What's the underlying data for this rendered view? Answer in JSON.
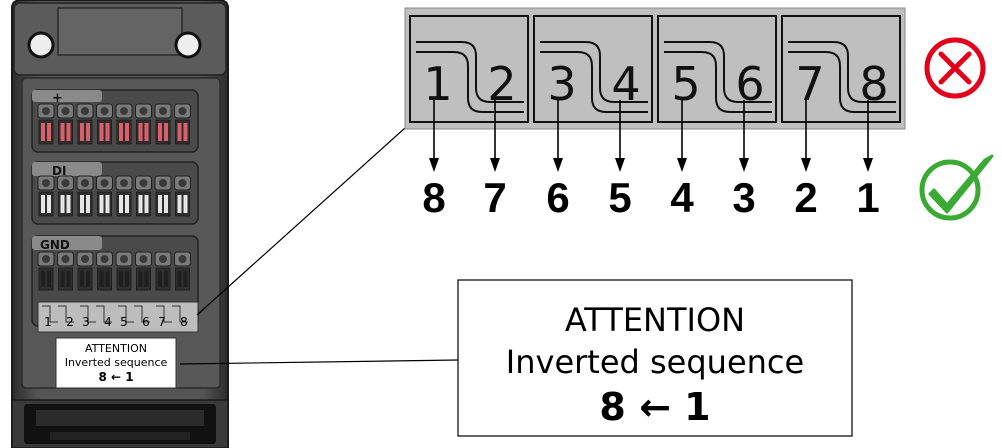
{
  "module": {
    "group_labels": [
      "+",
      "DI",
      "GND"
    ],
    "small_label_numbers": [
      "1",
      "2",
      "3",
      "4",
      "5",
      "6",
      "7",
      "8"
    ],
    "small_note": {
      "line1": "ATTENTION",
      "line2": "Inverted sequence",
      "line3": "8 ← 1"
    }
  },
  "zoom": {
    "printed_numbers": [
      "1",
      "2",
      "3",
      "4",
      "5",
      "6",
      "7",
      "8"
    ],
    "actual_sequence": [
      "8",
      "7",
      "6",
      "5",
      "4",
      "3",
      "2",
      "1"
    ],
    "wrong_icon": "red-cross-icon",
    "right_icon": "green-check-icon"
  },
  "callout": {
    "line1": "ATTENTION",
    "line2": "Inverted sequence",
    "line3": "8 ← 1"
  },
  "colors": {
    "body": "#4a4a4a",
    "label_strip": "#bdbdbd",
    "plus_pins": "#d9606a",
    "di_pins": "#e6e6e6",
    "wrong": "#e2001a",
    "right": "#3aaa35"
  }
}
